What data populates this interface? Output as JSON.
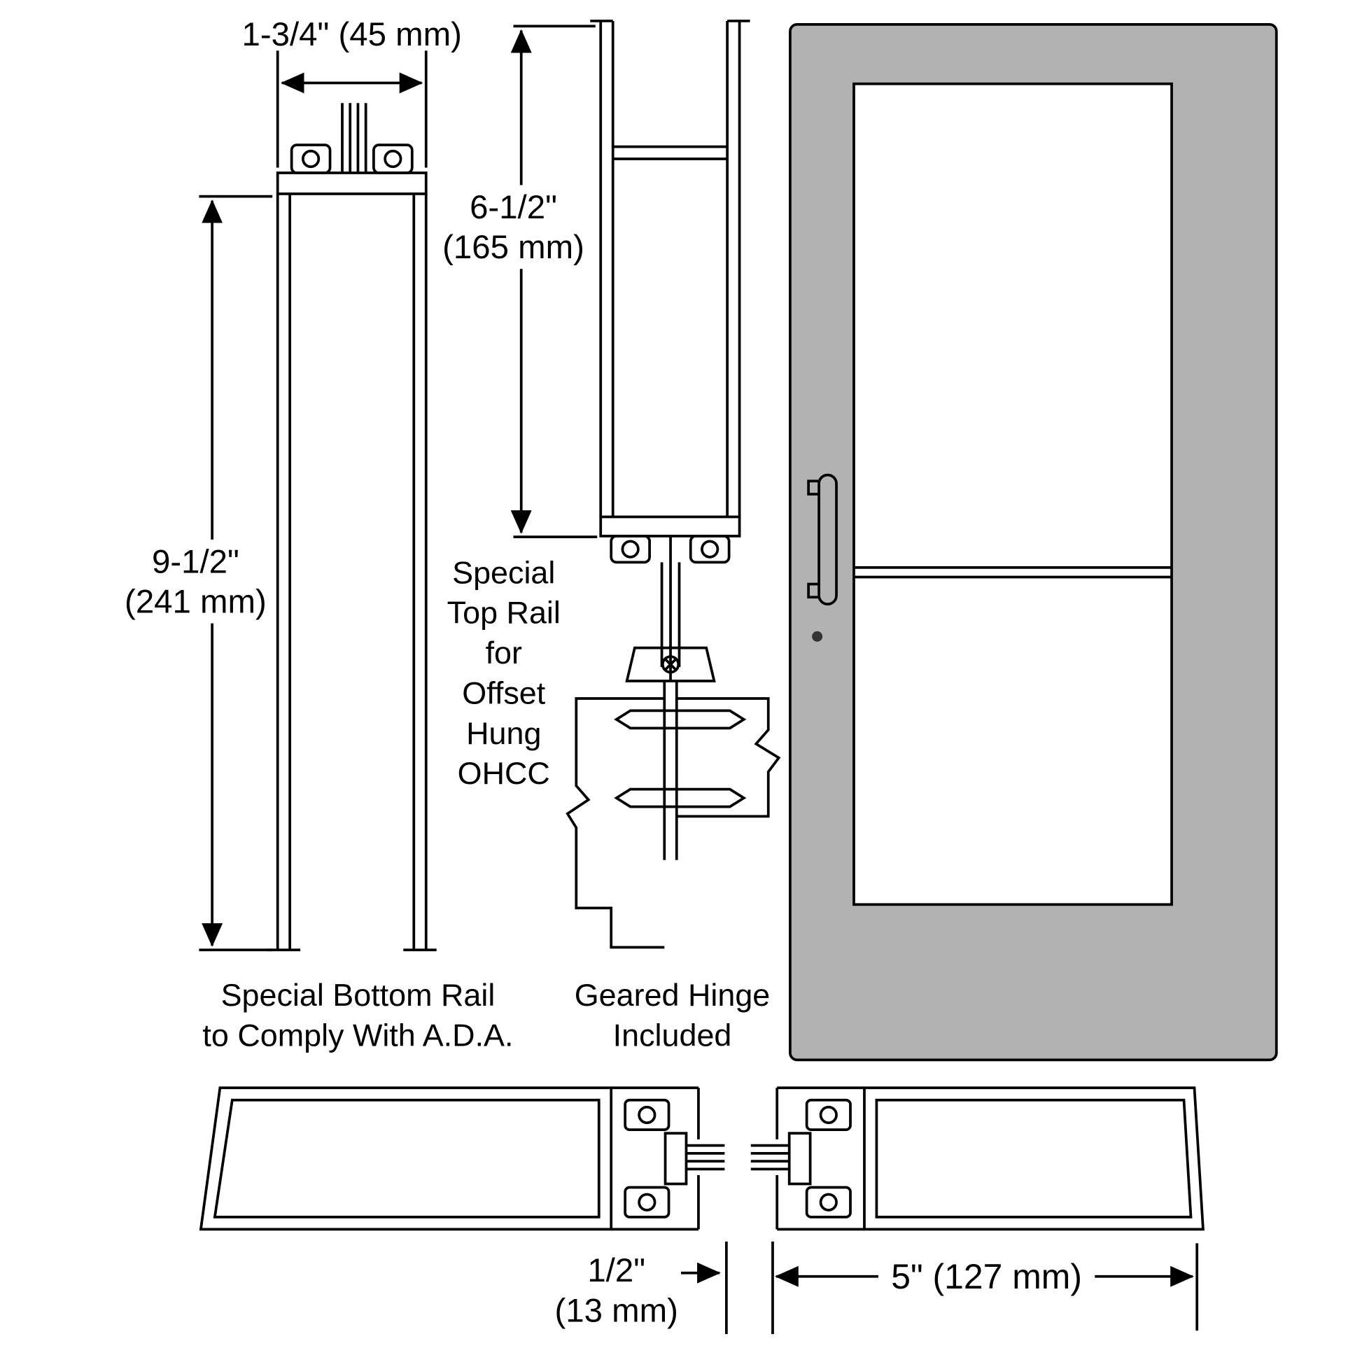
{
  "dimensions": {
    "rail_width": "1-3/4\" (45 mm)",
    "bottom_rail_height": "9-1/2\"",
    "bottom_rail_height_metric": "(241 mm)",
    "top_rail_height": "6-1/2\"",
    "top_rail_height_metric": "(165 mm)",
    "glass_gap": "1/2\"",
    "glass_gap_metric": "(13 mm)",
    "stile_width": "5\" (127 mm)"
  },
  "captions": {
    "bottom_rail_line1": "Special Bottom Rail",
    "bottom_rail_line2": "to Comply With A.D.A.",
    "top_rail_lines": [
      "Special",
      "Top Rail",
      "for",
      "Offset",
      "Hung",
      "OHCC"
    ],
    "hinge_line1": "Geared Hinge",
    "hinge_line2": "Included"
  },
  "colors": {
    "background": "#ffffff",
    "line": "#000000",
    "door_fill": "#b2b2b2",
    "glass_fill": "#ffffff"
  }
}
